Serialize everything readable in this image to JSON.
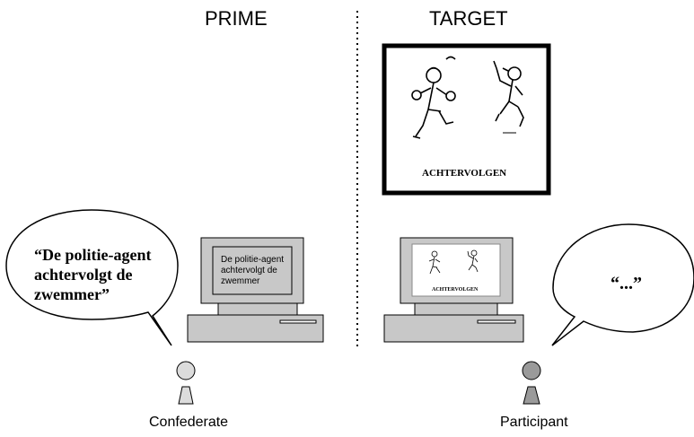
{
  "headings": {
    "left": "PRIME",
    "right": "TARGET"
  },
  "target_picture": {
    "caption": "ACHTERVOLGEN"
  },
  "confederate": {
    "speech": [
      "“De politie-agent",
      "achtervolgt de",
      "zwemmer”"
    ],
    "screen_text": [
      "De politie-agent",
      "achtervolgt de",
      "zwemmer"
    ],
    "label": "Confederate"
  },
  "participant": {
    "speech": "“...”",
    "screen_caption": "ACHTERVOLGEN",
    "label": "Participant"
  },
  "colors": {
    "computer_fill": "#c8c8c8",
    "screen_fill": "#ffffff",
    "person_confederate": "#dcdcdc",
    "person_participant": "#9a9a9a",
    "divider": "#000000"
  }
}
